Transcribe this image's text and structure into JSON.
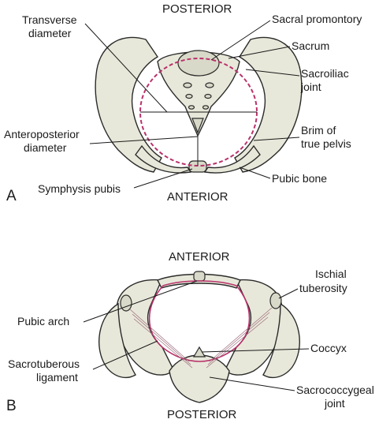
{
  "panel_a": {
    "letter": "A",
    "top_label": "POSTERIOR",
    "bottom_label": "ANTERIOR",
    "labels": {
      "transverse_1": "Transverse",
      "transverse_2": "diameter",
      "sacral_promontory": "Sacral promontory",
      "sacrum": "Sacrum",
      "sacroiliac_1": "Sacroiliac",
      "sacroiliac_2": "joint",
      "anteroposterior_1": "Anteroposterior",
      "anteroposterior_2": "diameter",
      "brim_1": "Brim of",
      "brim_2": "true pelvis",
      "pubic_bone": "Pubic bone",
      "symphysis_pubis": "Symphysis pubis"
    }
  },
  "panel_b": {
    "letter": "B",
    "top_label": "ANTERIOR",
    "bottom_label": "POSTERIOR",
    "labels": {
      "ischial_1": "Ischial",
      "ischial_2": "tuberosity",
      "pubic_arch": "Pubic arch",
      "coccyx": "Coccyx",
      "sacrotuberous_1": "Sacrotuberous",
      "sacrotuberous_2": "ligament",
      "sacrococcygeal_1": "Sacrococcygeal",
      "sacrococcygeal_2": "joint"
    }
  }
}
